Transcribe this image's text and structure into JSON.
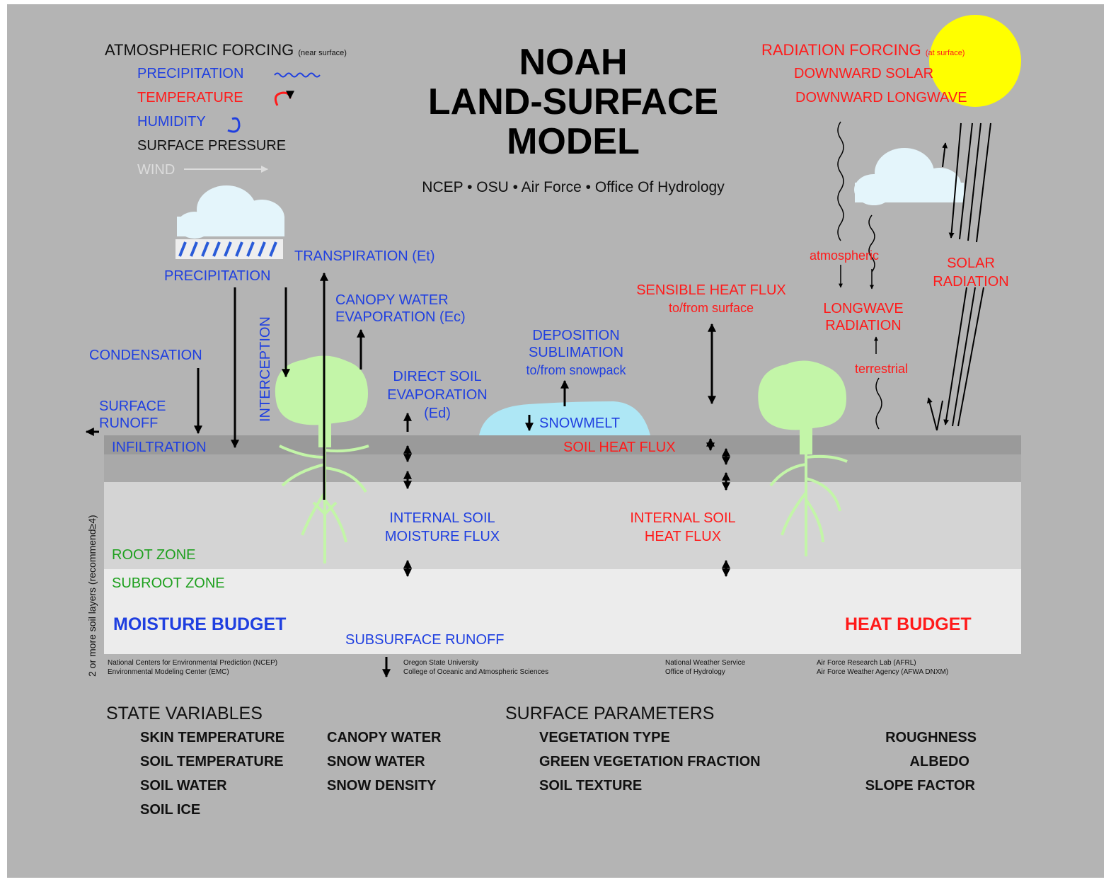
{
  "title": {
    "line1": "NOAH",
    "line2": "LAND-SURFACE",
    "line3": "MODEL"
  },
  "partners": "NCEP • OSU • Air Force • Office Of Hydrology",
  "atmospheric_forcing": {
    "heading": "ATMOSPHERIC FORCING",
    "qualifier": "(near surface)",
    "items": [
      "PRECIPITATION",
      "TEMPERATURE",
      "HUMIDITY",
      "SURFACE PRESSURE",
      "WIND"
    ]
  },
  "radiation_forcing": {
    "heading": "RADIATION FORCING",
    "qualifier": "(at surface)",
    "items": [
      "DOWNWARD SOLAR",
      "DOWNWARD LONGWAVE"
    ]
  },
  "processes": {
    "transpiration": "TRANSPIRATION (Et)",
    "precipitation": "PRECIPITATION",
    "interception": "INTERCEPTION",
    "canopy_evap_1": "CANOPY WATER",
    "canopy_evap_2": "EVAPORATION (Ec)",
    "condensation": "CONDENSATION",
    "surface_runoff_1": "SURFACE",
    "surface_runoff_2": "RUNOFF",
    "infiltration": "INFILTRATION",
    "direct_soil_1": "DIRECT SOIL",
    "direct_soil_2": "EVAPORATION",
    "direct_soil_3": "(Ed)",
    "deposition_1": "DEPOSITION",
    "deposition_2": "SUBLIMATION",
    "deposition_3": "to/from snowpack",
    "snowmelt": "SNOWMELT",
    "sensible_1": "SENSIBLE HEAT FLUX",
    "sensible_2": "to/from surface",
    "soil_heat_flux": "SOIL HEAT FLUX",
    "atmospheric": "atmospheric",
    "longwave_1": "LONGWAVE",
    "longwave_2": "RADIATION",
    "terrestrial": "terrestrial",
    "solar_1": "SOLAR",
    "solar_2": "RADIATION",
    "internal_moisture_1": "INTERNAL SOIL",
    "internal_moisture_2": "MOISTURE FLUX",
    "internal_heat_1": "INTERNAL SOIL",
    "internal_heat_2": "HEAT FLUX",
    "subsurface_runoff": "SUBSURFACE RUNOFF"
  },
  "zones": {
    "root_zone": "ROOT ZONE",
    "subroot_zone": "SUBROOT ZONE",
    "soil_layers_note": "2 or more soil layers (recommend≥4)"
  },
  "budgets": {
    "moisture": "MOISTURE BUDGET",
    "heat": "HEAT BUDGET"
  },
  "credits": [
    {
      "line1": "National Centers for Environmental Prediction (NCEP)",
      "line2": "Environmental Modeling Center (EMC)"
    },
    {
      "line1": "Oregon State University",
      "line2": "College of Oceanic and Atmospheric Sciences"
    },
    {
      "line1": "National Weather Service",
      "line2": "Office of Hydrology"
    },
    {
      "line1": "Air Force Research Lab (AFRL)",
      "line2": "Air Force Weather Agency (AFWA DNXM)"
    }
  ],
  "state_variables": {
    "heading": "STATE VARIABLES",
    "col1": [
      "SKIN TEMPERATURE",
      "SOIL TEMPERATURE",
      "SOIL WATER",
      "SOIL ICE"
    ],
    "col2": [
      "CANOPY WATER",
      "SNOW WATER",
      "SNOW DENSITY"
    ]
  },
  "surface_parameters": {
    "heading": "SURFACE PARAMETERS",
    "col1": [
      "VEGETATION TYPE",
      "GREEN VEGETATION FRACTION",
      "SOIL TEXTURE"
    ],
    "col2": [
      "ROUGHNESS",
      "ALBEDO",
      "SLOPE FACTOR"
    ]
  },
  "colors": {
    "background": "#b4b4b4",
    "moisture_text": "#1f3fe0",
    "heat_text": "#ff1a1a",
    "zone_text": "#1ea01e",
    "vegetation": "#c3f5a8",
    "snow": "#aee7f5",
    "sun": "#ffff00"
  },
  "icons": [
    "precipitation-wave-icon",
    "temperature-curl-icon",
    "humidity-curl-icon",
    "wind-arrow-icon",
    "cloud-icon",
    "rain-icon",
    "tree-icon",
    "sun-icon",
    "snowpack-icon"
  ]
}
